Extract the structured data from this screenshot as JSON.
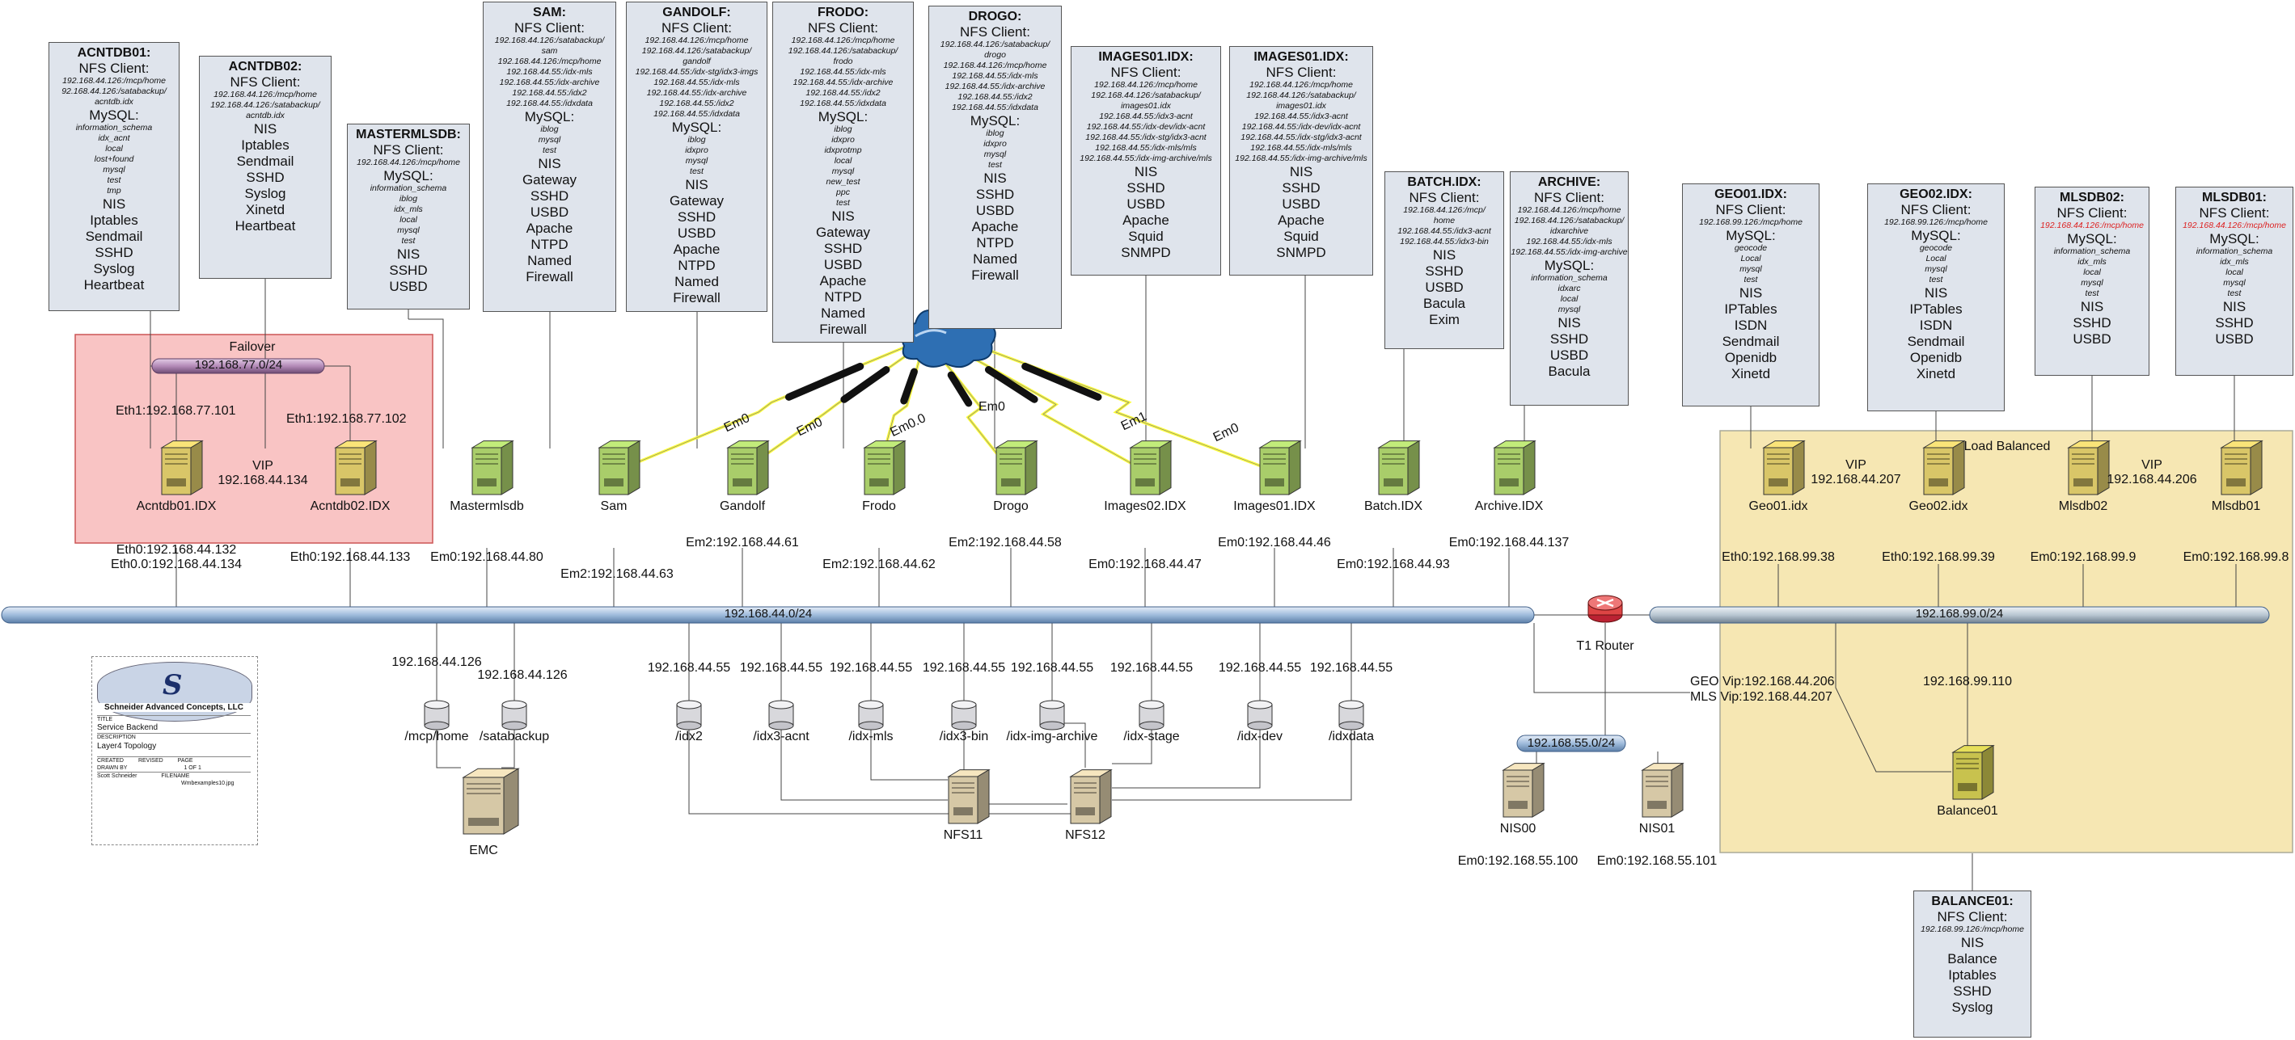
{
  "colors": {
    "backbone": "#b7cde5",
    "failover_fill": "#f9c4c4",
    "lb_fill": "#f6e7b3",
    "server_green": "#a9cd6a",
    "server_yellow": "#d9c668",
    "server_tan": "#d6c8a6",
    "cloud": "#2e6fb3",
    "bolt": "#ffff33",
    "box_fill": "#dfe4ec"
  },
  "networks": {
    "main": "192.168.44.0/24",
    "geo": "192.168.99.0/24",
    "vip_net": "192.168.77.0/24",
    "nis_net": "192.168.55.0/24"
  },
  "groups": {
    "failover": "Failover",
    "lb": "Load Balanced"
  },
  "router": "T1 Router",
  "servers": [
    {
      "id": "acntdb01",
      "name": "Acntdb01.IDX",
      "ip": "Eth0:192.168.44.132\nEth0.0:192.168.44.134"
    },
    {
      "id": "acntdb02",
      "name": "Acntdb02.IDX",
      "ip": "Eth0:192.168.44.133"
    },
    {
      "id": "mastermlsdb",
      "name": "Mastermlsdb",
      "ip": "Em0:192.168.44.80"
    },
    {
      "id": "sam",
      "name": "Sam",
      "ip": "Em2:192.168.44.63"
    },
    {
      "id": "gandolf",
      "name": "Gandolf",
      "ip": "Em2:192.168.44.61"
    },
    {
      "id": "frodo",
      "name": "Frodo",
      "ip": "Em2:192.168.44.62"
    },
    {
      "id": "drogo",
      "name": "Drogo",
      "ip": "Em2:192.168.44.58"
    },
    {
      "id": "images02",
      "name": "Images02.IDX",
      "ip": "Em0:192.168.44.47"
    },
    {
      "id": "images01",
      "name": "Images01.IDX",
      "ip": "Em0:192.168.44.46"
    },
    {
      "id": "batch",
      "name": "Batch.IDX",
      "ip": "Em0:192.168.44.93"
    },
    {
      "id": "archive",
      "name": "Archive.IDX",
      "ip": "Em0:192.168.44.137"
    },
    {
      "id": "geo01",
      "name": "Geo01.idx",
      "ip": "Eth0:192.168.99.38"
    },
    {
      "id": "geo02",
      "name": "Geo02.idx",
      "ip": "Eth0:192.168.99.39"
    },
    {
      "id": "mlsdb02",
      "name": "Mlsdb02",
      "ip": "Em0:192.168.99.9"
    },
    {
      "id": "mlsdb01",
      "name": "Mlsdb01",
      "ip": "Em0:192.168.99.8"
    },
    {
      "id": "balance01",
      "name": "Balance01",
      "ip": "192.168.99.110"
    },
    {
      "id": "nis00",
      "name": "NIS00",
      "ip": "Em0:192.168.55.100"
    },
    {
      "id": "nis01",
      "name": "NIS01",
      "ip": "Em0:192.168.55.101"
    },
    {
      "id": "nfs11",
      "name": "NFS11",
      "ip": ""
    },
    {
      "id": "nfs12",
      "name": "NFS12",
      "ip": ""
    },
    {
      "id": "emc",
      "name": "EMC",
      "ip": ""
    }
  ],
  "eth_labels": {
    "acnt01": "Eth1:192.168.77.101",
    "acnt02": "Eth1:192.168.77.102",
    "vip_acnt": "VIP\n192.168.44.134",
    "vip_geo": "VIP\n192.168.44.207",
    "vip_mls": "VIP\n192.168.44.206",
    "geo_vip": "GEO Vip:192.168.44.206",
    "mls_vip": "MLS Vip:192.168.44.207"
  },
  "em_labels": [
    "Em0",
    "Em0",
    "Em0.0",
    "Em0",
    "Em1",
    "Em0"
  ],
  "storage": [
    {
      "name": "/mcp/home",
      "ip": "192.168.44.126"
    },
    {
      "name": "/satabackup",
      "ip": "192.168.44.126"
    },
    {
      "name": "/idx2",
      "ip": "192.168.44.55"
    },
    {
      "name": "/idx3-acnt",
      "ip": "192.168.44.55"
    },
    {
      "name": "/idx-mls",
      "ip": "192.168.44.55"
    },
    {
      "name": "/idx3-bin",
      "ip": "192.168.44.55"
    },
    {
      "name": "/idx-img-archive",
      "ip": "192.168.44.55"
    },
    {
      "name": "/idx-stage",
      "ip": "192.168.44.55"
    },
    {
      "name": "/idx-dev",
      "ip": "192.168.44.55"
    },
    {
      "name": "/idxdata",
      "ip": "192.168.44.55"
    }
  ],
  "boxes": [
    {
      "title": "ACNTDB01:",
      "lines": [
        [
          "NFS Client:",
          "sub"
        ],
        [
          "192.168.44.126:/mcp/home",
          "sm"
        ],
        [
          "92.168.44.126:/satabackup/",
          "sm"
        ],
        [
          "acntdb.idx",
          "sm"
        ],
        [
          "MySQL:",
          "sub"
        ],
        [
          "information_schema",
          "sm"
        ],
        [
          "idx_acnt",
          "sm"
        ],
        [
          "local",
          "sm"
        ],
        [
          "lost+found",
          "sm"
        ],
        [
          "mysql",
          "sm"
        ],
        [
          "test",
          "sm"
        ],
        [
          "tmp",
          "sm"
        ],
        [
          "NIS",
          "svc"
        ],
        [
          "Iptables",
          "svc"
        ],
        [
          "Sendmail",
          "svc"
        ],
        [
          "SSHD",
          "svc"
        ],
        [
          "Syslog",
          "svc"
        ],
        [
          "Heartbeat",
          "svc"
        ]
      ]
    },
    {
      "title": "ACNTDB02:",
      "lines": [
        [
          "NFS Client:",
          "sub"
        ],
        [
          "192.168.44.126:/mcp/home",
          "sm"
        ],
        [
          "192.168.44.126:/satabackup/",
          "sm"
        ],
        [
          "acntdb.idx",
          "sm"
        ],
        [
          "NIS",
          "svc"
        ],
        [
          "Iptables",
          "svc"
        ],
        [
          "Sendmail",
          "svc"
        ],
        [
          "SSHD",
          "svc"
        ],
        [
          "Syslog",
          "svc"
        ],
        [
          "Xinetd",
          "svc"
        ],
        [
          "Heartbeat",
          "svc"
        ]
      ]
    },
    {
      "title": "MASTERMLSDB:",
      "lines": [
        [
          "NFS Client:",
          "sub"
        ],
        [
          "192.168.44.126:/mcp/home",
          "sm"
        ],
        [
          "MySQL:",
          "sub"
        ],
        [
          "information_schema",
          "sm"
        ],
        [
          "iblog",
          "sm"
        ],
        [
          "idx_mls",
          "sm"
        ],
        [
          "local",
          "sm"
        ],
        [
          "mysql",
          "sm"
        ],
        [
          "test",
          "sm"
        ],
        [
          "NIS",
          "svc"
        ],
        [
          "SSHD",
          "svc"
        ],
        [
          "USBD",
          "svc"
        ]
      ]
    },
    {
      "title": "SAM:",
      "lines": [
        [
          "NFS Client:",
          "sub"
        ],
        [
          "192.168.44.126:/satabackup/",
          "sm"
        ],
        [
          "sam",
          "sm"
        ],
        [
          "192.168.44.126:/mcp/home",
          "sm"
        ],
        [
          "192.168.44.55:/idx-mls",
          "sm"
        ],
        [
          "192.168.44.55:/idx-archive",
          "sm"
        ],
        [
          "192.168.44.55:/idx2",
          "sm"
        ],
        [
          "192.168.44.55:/idxdata",
          "sm"
        ],
        [
          "MySQL:",
          "sub"
        ],
        [
          "iblog",
          "sm"
        ],
        [
          "mysql",
          "sm"
        ],
        [
          "test",
          "sm"
        ],
        [
          "NIS",
          "svc"
        ],
        [
          "Gateway",
          "svc"
        ],
        [
          "SSHD",
          "svc"
        ],
        [
          "USBD",
          "svc"
        ],
        [
          "Apache",
          "svc"
        ],
        [
          "NTPD",
          "svc"
        ],
        [
          "Named",
          "svc"
        ],
        [
          "Firewall",
          "svc"
        ]
      ]
    },
    {
      "title": "GANDOLF:",
      "lines": [
        [
          "NFS Client:",
          "sub"
        ],
        [
          "192.168.44.126:/mcp/home",
          "sm"
        ],
        [
          "192.168.44.126:/satabackup/",
          "sm"
        ],
        [
          "gandolf",
          "sm"
        ],
        [
          "192.168.44.55:/idx-stg/idx3-imgs",
          "sm"
        ],
        [
          "192.168.44.55:/idx-mls",
          "sm"
        ],
        [
          "192.168.44.55:/idx-archive",
          "sm"
        ],
        [
          "192.168.44.55:/idx2",
          "sm"
        ],
        [
          "192.168.44.55:/idxdata",
          "sm"
        ],
        [
          "MySQL:",
          "sub"
        ],
        [
          "iblog",
          "sm"
        ],
        [
          "idxpro",
          "sm"
        ],
        [
          "mysql",
          "sm"
        ],
        [
          "test",
          "sm"
        ],
        [
          "NIS",
          "svc"
        ],
        [
          "Gateway",
          "svc"
        ],
        [
          "SSHD",
          "svc"
        ],
        [
          "USBD",
          "svc"
        ],
        [
          "Apache",
          "svc"
        ],
        [
          "NTPD",
          "svc"
        ],
        [
          "Named",
          "svc"
        ],
        [
          "Firewall",
          "svc"
        ]
      ]
    },
    {
      "title": "FRODO:",
      "lines": [
        [
          "NFS Client:",
          "sub"
        ],
        [
          "192.168.44.126:/mcp/home",
          "sm"
        ],
        [
          "192.168.44.126:/satabackup/",
          "sm"
        ],
        [
          "frodo",
          "sm"
        ],
        [
          "192.168.44.55:/idx-mls",
          "sm"
        ],
        [
          "192.168.44.55:/idx-archive",
          "sm"
        ],
        [
          "192.168.44.55:/idx2",
          "sm"
        ],
        [
          "192.168.44.55:/idxdata",
          "sm"
        ],
        [
          "MySQL:",
          "sub"
        ],
        [
          "iblog",
          "sm"
        ],
        [
          "idxpro",
          "sm"
        ],
        [
          "idxprotmp",
          "sm"
        ],
        [
          "local",
          "sm"
        ],
        [
          "mysql",
          "sm"
        ],
        [
          "new_test",
          "sm"
        ],
        [
          "ppc",
          "sm"
        ],
        [
          "test",
          "sm"
        ],
        [
          "NIS",
          "svc"
        ],
        [
          "Gateway",
          "svc"
        ],
        [
          "SSHD",
          "svc"
        ],
        [
          "USBD",
          "svc"
        ],
        [
          "Apache",
          "svc"
        ],
        [
          "NTPD",
          "svc"
        ],
        [
          "Named",
          "svc"
        ],
        [
          "Firewall",
          "svc"
        ]
      ]
    },
    {
      "title": "DROGO:",
      "lines": [
        [
          "NFS Client:",
          "sub"
        ],
        [
          "192.168.44.126:/satabackup/",
          "sm"
        ],
        [
          "drogo",
          "sm"
        ],
        [
          "192.168.44.126:/mcp/home",
          "sm"
        ],
        [
          "192.168.44.55:/idx-mls",
          "sm"
        ],
        [
          "192.168.44.55:/idx-archive",
          "sm"
        ],
        [
          "192.168.44.55:/idx2",
          "sm"
        ],
        [
          "192.168.44.55:/idxdata",
          "sm"
        ],
        [
          "MySQL:",
          "sub"
        ],
        [
          "iblog",
          "sm"
        ],
        [
          "idxpro",
          "sm"
        ],
        [
          "mysql",
          "sm"
        ],
        [
          "test",
          "sm"
        ],
        [
          "NIS",
          "svc"
        ],
        [
          "SSHD",
          "svc"
        ],
        [
          "USBD",
          "svc"
        ],
        [
          "Apache",
          "svc"
        ],
        [
          "NTPD",
          "svc"
        ],
        [
          "Named",
          "svc"
        ],
        [
          "Firewall",
          "svc"
        ]
      ]
    },
    {
      "title": "IMAGES01.IDX:",
      "lines": [
        [
          "NFS Client:",
          "sub"
        ],
        [
          "192.168.44.126:/mcp/home",
          "sm"
        ],
        [
          "192.168.44.126:/satabackup/",
          "sm"
        ],
        [
          "images01.idx",
          "sm"
        ],
        [
          "192.168.44.55:/idx3-acnt",
          "sm"
        ],
        [
          "192.168.44.55:/idx-dev/idx-acnt",
          "sm"
        ],
        [
          "192.168.44.55:/idx-stg/idx3-acnt",
          "sm"
        ],
        [
          "192.168.44.55:/idx-mls/mls",
          "sm"
        ],
        [
          "192.168.44.55:/idx-img-archive/mls",
          "sm"
        ],
        [
          "NIS",
          "svc"
        ],
        [
          "SSHD",
          "svc"
        ],
        [
          "USBD",
          "svc"
        ],
        [
          "Apache",
          "svc"
        ],
        [
          "Squid",
          "svc"
        ],
        [
          "SNMPD",
          "svc"
        ]
      ]
    },
    {
      "title": "IMAGES01.IDX:",
      "lines": [
        [
          "NFS Client:",
          "sub"
        ],
        [
          "192.168.44.126:/mcp/home",
          "sm"
        ],
        [
          "192.168.44.126:/satabackup/",
          "sm"
        ],
        [
          "images01.idx",
          "sm"
        ],
        [
          "192.168.44.55:/idx3-acnt",
          "sm"
        ],
        [
          "192.168.44.55:/idx-dev/idx-acnt",
          "sm"
        ],
        [
          "192.168.44.55:/idx-stg/idx3-acnt",
          "sm"
        ],
        [
          "192.168.44.55:/idx-mls/mls",
          "sm"
        ],
        [
          "192.168.44.55:/idx-img-archive/mls",
          "sm"
        ],
        [
          "NIS",
          "svc"
        ],
        [
          "SSHD",
          "svc"
        ],
        [
          "USBD",
          "svc"
        ],
        [
          "Apache",
          "svc"
        ],
        [
          "Squid",
          "svc"
        ],
        [
          "SNMPD",
          "svc"
        ]
      ]
    },
    {
      "title": "BATCH.IDX:",
      "lines": [
        [
          "NFS Client:",
          "sub"
        ],
        [
          "192.168.44.126:/mcp/",
          "sm"
        ],
        [
          "home",
          "sm"
        ],
        [
          "192.168.44.55:/idx3-acnt",
          "sm"
        ],
        [
          "192.168.44.55:/idx3-bin",
          "sm"
        ],
        [
          "NIS",
          "svc"
        ],
        [
          "SSHD",
          "svc"
        ],
        [
          "USBD",
          "svc"
        ],
        [
          "Bacula",
          "svc"
        ],
        [
          "Exim",
          "svc"
        ]
      ]
    },
    {
      "title": "ARCHIVE:",
      "lines": [
        [
          "NFS Client:",
          "sub"
        ],
        [
          "192.168.44.126:/mcp/home",
          "sm"
        ],
        [
          "192.168.44.126:/satabackup/",
          "sm"
        ],
        [
          "idxarchive",
          "sm"
        ],
        [
          "192.168.44.55:/idx-mls",
          "sm"
        ],
        [
          "192.168.44.55:/idx-img-archive",
          "sm"
        ],
        [
          "MySQL:",
          "sub"
        ],
        [
          "information_schema",
          "sm"
        ],
        [
          "idxarc",
          "sm"
        ],
        [
          "local",
          "sm"
        ],
        [
          "mysql",
          "sm"
        ],
        [
          "NIS",
          "svc"
        ],
        [
          "SSHD",
          "svc"
        ],
        [
          "USBD",
          "svc"
        ],
        [
          "Bacula",
          "svc"
        ]
      ]
    },
    {
      "title": "GEO01.IDX:",
      "lines": [
        [
          "NFS Client:",
          "sub"
        ],
        [
          "192.168.99.126:/mcp/home",
          "sm"
        ],
        [
          "MySQL:",
          "sub"
        ],
        [
          "geocode",
          "sm"
        ],
        [
          "Local",
          "sm"
        ],
        [
          "mysql",
          "sm"
        ],
        [
          "test",
          "sm"
        ],
        [
          "NIS",
          "svc"
        ],
        [
          "IPTables",
          "svc"
        ],
        [
          "ISDN",
          "svc"
        ],
        [
          "Sendmail",
          "svc"
        ],
        [
          "Openidb",
          "svc"
        ],
        [
          "Xinetd",
          "svc"
        ]
      ]
    },
    {
      "title": "GEO02.IDX:",
      "lines": [
        [
          "NFS Client:",
          "sub"
        ],
        [
          "192.168.99.126:/mcp/home",
          "sm"
        ],
        [
          "MySQL:",
          "sub"
        ],
        [
          "geocode",
          "sm"
        ],
        [
          "Local",
          "sm"
        ],
        [
          "mysql",
          "sm"
        ],
        [
          "test",
          "sm"
        ],
        [
          "NIS",
          "svc"
        ],
        [
          "IPTables",
          "svc"
        ],
        [
          "ISDN",
          "svc"
        ],
        [
          "Sendmail",
          "svc"
        ],
        [
          "Openidb",
          "svc"
        ],
        [
          "Xinetd",
          "svc"
        ]
      ]
    },
    {
      "title": "MLSDB02:",
      "lines": [
        [
          "NFS Client:",
          "sub"
        ],
        [
          "192.168.44.126:/mcp/home",
          "sm red"
        ],
        [
          "MySQL:",
          "sub"
        ],
        [
          "information_schema",
          "sm"
        ],
        [
          "idx_mls",
          "sm"
        ],
        [
          "local",
          "sm"
        ],
        [
          "mysql",
          "sm"
        ],
        [
          "test",
          "sm"
        ],
        [
          "NIS",
          "svc"
        ],
        [
          "SSHD",
          "svc"
        ],
        [
          "USBD",
          "svc"
        ]
      ]
    },
    {
      "title": "MLSDB01:",
      "lines": [
        [
          "NFS Client:",
          "sub"
        ],
        [
          "192.168.44.126:/mcp/home",
          "sm red"
        ],
        [
          "MySQL:",
          "sub"
        ],
        [
          "information_schema",
          "sm"
        ],
        [
          "idx_mls",
          "sm"
        ],
        [
          "local",
          "sm"
        ],
        [
          "mysql",
          "sm"
        ],
        [
          "test",
          "sm"
        ],
        [
          "NIS",
          "svc"
        ],
        [
          "SSHD",
          "svc"
        ],
        [
          "USBD",
          "svc"
        ]
      ]
    },
    {
      "title": "BALANCE01:",
      "lines": [
        [
          "NFS Client:",
          "sub"
        ],
        [
          "192.168.99.126:/mcp/home",
          "sm"
        ],
        [
          "NIS",
          "svc"
        ],
        [
          "Balance",
          "svc"
        ],
        [
          "Iptables",
          "svc"
        ],
        [
          "SSHD",
          "svc"
        ],
        [
          "Syslog",
          "svc"
        ]
      ]
    }
  ],
  "title_block": {
    "company": "Schneider Advanced Concepts, LLC",
    "title_label": "TITLE",
    "title": "Service Backend",
    "desc_label": "DESCRIPTION",
    "desc": "Layer4 Topology",
    "created_label": "CREATED",
    "revised_label": "REVISED",
    "page_label": "PAGE",
    "page": "1 OF 1",
    "drawn_label": "DRAWN BY",
    "drawn": "Scott Schneider",
    "file_label": "FILENAME",
    "file": "Wmbexamples10.jpg"
  }
}
